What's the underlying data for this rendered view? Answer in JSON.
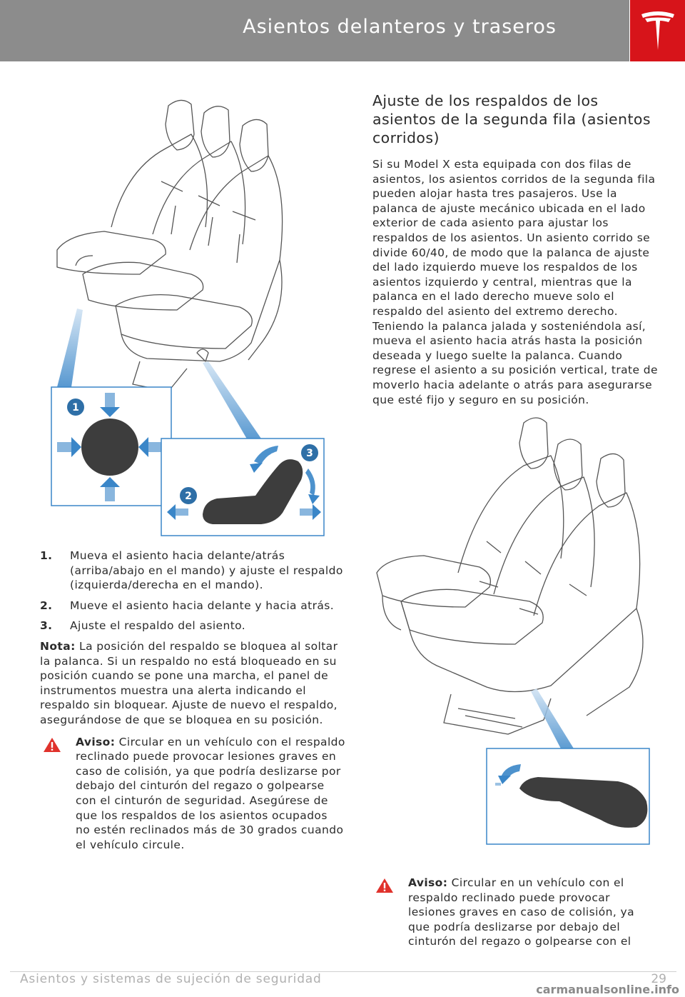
{
  "header": {
    "title": "Asientos delanteros y traseros",
    "bar_color": "#8c8c8c",
    "logo_color": "#d7141a",
    "logo_icon": "tesla-logo-icon"
  },
  "left": {
    "figure": {
      "callouts": [
        "1",
        "2",
        "3"
      ]
    },
    "steps": [
      {
        "num": "1.",
        "text": "Mueva el asiento hacia delante/atrás (arriba/abajo en el mando) y ajuste el respaldo (izquierda/derecha en el mando)."
      },
      {
        "num": "2.",
        "text": "Mueve el asiento hacia delante y hacia atrás."
      },
      {
        "num": "3.",
        "text": "Ajuste el respaldo del asiento."
      }
    ],
    "note": {
      "label": "Nota:",
      "text": "La posición del respaldo se bloquea al soltar la palanca. Si un respaldo no está bloqueado en su posición cuando se pone una marcha, el panel de instrumentos muestra una alerta indicando el respaldo sin bloquear. Ajuste de nuevo el respaldo, asegurándose de que se bloquea en su posición."
    },
    "warning": {
      "label": "Aviso:",
      "text": "Circular en un vehículo con el respaldo reclinado puede provocar lesiones graves en caso de colisión, ya que podría deslizarse por debajo del cinturón del regazo o golpearse con el cinturón de seguridad. Asegúrese de que los respaldos de los asientos ocupados no estén reclinados más de 30 grados cuando el vehículo circule."
    }
  },
  "right": {
    "heading": "Ajuste de los respaldos de los asientos de la segunda fila (asientos corridos)",
    "body": "Si su Model X esta equipada con dos filas de asientos, los asientos corridos de la segunda fila pueden alojar hasta tres pasajeros. Use la palanca de ajuste mecánico ubicada en el lado exterior de cada asiento para ajustar los respaldos de los asientos. Un asiento corrido se divide 60/40, de modo que la palanca de ajuste del lado izquierdo mueve los respaldos de los asientos izquierdo y central, mientras que la palanca en el lado derecho mueve solo el respaldo del asiento del extremo derecho. Teniendo la palanca jalada y sosteniéndola así, mueva el asiento hacia atrás hasta la posición deseada y luego suelte la palanca. Cuando regrese el asiento a su posición vertical, trate de moverlo hacia adelante o atrás para asegurarse que esté fijo y seguro en su posición.",
    "warning": {
      "label": "Aviso:",
      "text": "Circular en un vehículo con el respaldo reclinado puede provocar lesiones graves en caso de colisión, ya que podría deslizarse por debajo del cinturón del regazo o golpearse con el"
    }
  },
  "footer": {
    "section": "Asientos y sistemas de sujeción de seguridad",
    "page": "29",
    "watermark": "carmanualsonline.info"
  },
  "colors": {
    "accent_blue": "#3a86c8",
    "warning_red": "#e0322c",
    "text": "#2b2b2b"
  }
}
